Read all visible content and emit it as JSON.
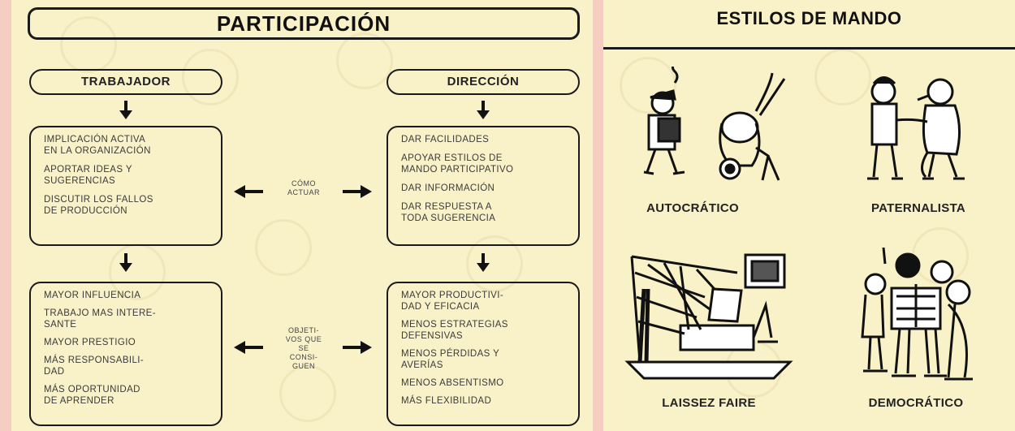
{
  "left": {
    "title": "PARTICIPACIÓN",
    "trabajador": {
      "header": "TRABAJADOR",
      "box_top": [
        "IMPLICACIÓN ACTIVA\nEN LA ORGANIZACIÓN",
        "APORTAR IDEAS Y\nSUGERENCIAS",
        "DISCUTIR LOS FALLOS\nDE PRODUCCIÓN"
      ],
      "box_bottom": [
        "MAYOR INFLUENCIA",
        "TRABAJO MAS INTERE-\nSANTE",
        "MAYOR PRESTIGIO",
        "MÁS RESPONSABILI-\nDAD",
        "MÁS OPORTUNIDAD\nDE APRENDER"
      ]
    },
    "direccion": {
      "header": "DIRECCIÓN",
      "box_top": [
        "DAR FACILIDADES",
        "APOYAR ESTILOS DE\nMANDO PARTICIPATIVO",
        "DAR INFORMACIÓN",
        "DAR RESPUESTA A\nTODA SUGERENCIA"
      ],
      "box_bottom": [
        "MAYOR PRODUCTIVI-\nDAD Y EFICACIA",
        "MENOS ESTRATEGIAS\nDEFENSIVAS",
        "MENOS PÉRDIDAS Y\nAVERÍAS",
        "MENOS ABSENTISMO",
        "MÁS FLEXIBILIDAD"
      ]
    },
    "middle_top_label": "CÓMO\nACTUAR",
    "middle_bottom_label": "OBJETI-\nVOS QUE\nSE\nCONSI-\nGUEN"
  },
  "right": {
    "title": "ESTILOS DE MANDO",
    "styles": [
      {
        "label": "AUTOCRÁTICO",
        "icon": "autocratic-illustration"
      },
      {
        "label": "PATERNALISTA",
        "icon": "paternalist-illustration"
      },
      {
        "label": "LAISSEZ FAIRE",
        "icon": "laissez-faire-illustration"
      },
      {
        "label": "DEMOCRÁTICO",
        "icon": "democratic-illustration"
      }
    ]
  }
}
